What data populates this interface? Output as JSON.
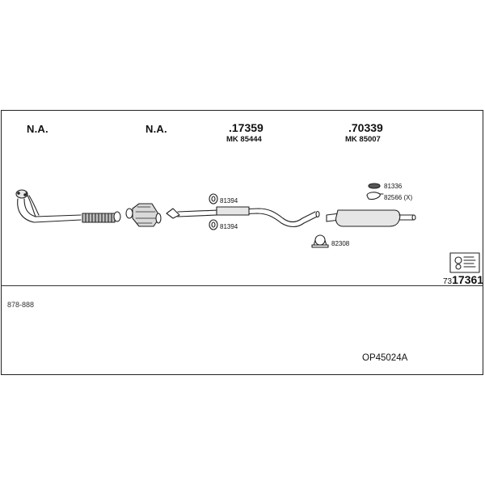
{
  "headers": [
    {
      "id": "h1",
      "name": "N.A.",
      "sub": ""
    },
    {
      "id": "h2",
      "name": "N.A.",
      "sub": ""
    },
    {
      "id": "h3",
      "name": ".17359",
      "sub": "MK 85444"
    },
    {
      "id": "h4",
      "name": ".70339",
      "sub": "MK 85007"
    }
  ],
  "parts": {
    "clamp_top": "81394",
    "clamp_bottom": "81394",
    "hanger_a": "81336",
    "hanger_b": "82566 (X)",
    "clamp_rear": "82308"
  },
  "catalog": {
    "code_prefix": "73",
    "code_main": "17361",
    "range": "878-888",
    "kit_id": "OP45024A"
  },
  "colors": {
    "line": "#222222",
    "fill_light": "#e6e6e6",
    "fill_mid": "#bdbdbd"
  },
  "icons": [
    "front-pipe-icon",
    "flex-pipe-icon",
    "catalytic-converter-icon",
    "middle-pipe-icon",
    "rear-muffler-icon",
    "clamp-icon",
    "hanger-icon",
    "mounting-kit-icon"
  ]
}
